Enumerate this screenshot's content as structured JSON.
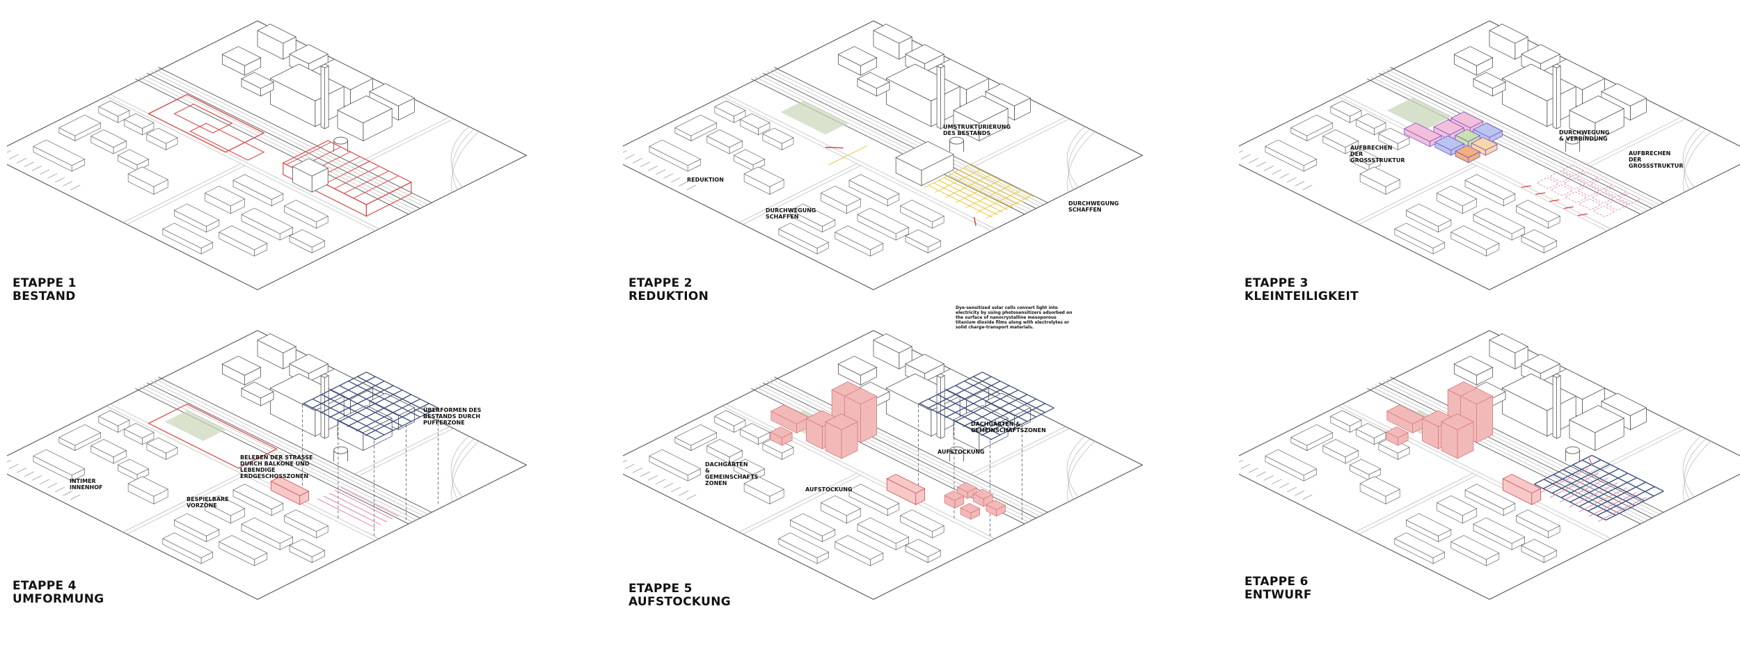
{
  "stages": [
    {
      "id": "1",
      "line1": "ETAPPE 1",
      "line2": "BESTAND",
      "accent": "#d94a4a",
      "notes": []
    },
    {
      "id": "2",
      "line1": "ETAPPE 2",
      "line2": "REDUKTION",
      "accent": "#e9c840",
      "notes": [
        "REDUKTION",
        "DURCHWEGUNG SCHAFFEN",
        "UMSTRUKTURIERUNG DES BESTANDS",
        "DURCHWEGUNG SCHAFFEN"
      ]
    },
    {
      "id": "3",
      "line1": "ETAPPE 3",
      "line2": "KLEINTEILIGKEIT",
      "accent": "#e07aa8",
      "notes": [
        "AUFBRECHEN DER GROßSTRUKTUR",
        "DURCHWEGUNG & VERBINDUNG",
        "AUFBRECHEN DER GROßSTRUKTUR"
      ]
    },
    {
      "id": "4",
      "line1": "ETAPPE 4",
      "line2": "UMFORMUNG",
      "accent": "#3b4f7a",
      "notes": [
        "INTIMER INNENHOF",
        "BESPIELBARE VORZONE",
        "BELEBEN DER STRAßE DURCH BALKONE UND LEBENDIGE ERDGESCHOSSZONEN",
        "ÜBERFORMEN DES BESTANDS DURCH PUFFERZONE"
      ]
    },
    {
      "id": "5",
      "line1": "ETAPPE 5",
      "line2": "AUFSTOCKUNG",
      "accent": "#f2b9b9",
      "notes": [
        "DACHGÄRTEN & GEMEINSCHAFTS ZONEN",
        "AUFSTOCKUNG",
        "AUFSTOCKUNG",
        "DACHGÄRTEN & GEMEINSCHAFTSZONEN"
      ],
      "paragraph": "Dye-sensitized solar cells convert light into electricity by using photosensitizers adsorbed on the surface of nanocrystalline mesoporous titanium dioxide films along with electrolytes or solid charge-transport materials."
    },
    {
      "id": "6",
      "line1": "ETAPPE 6",
      "line2": "ENTWURF",
      "accent": "#d94a4a",
      "notes": []
    }
  ]
}
